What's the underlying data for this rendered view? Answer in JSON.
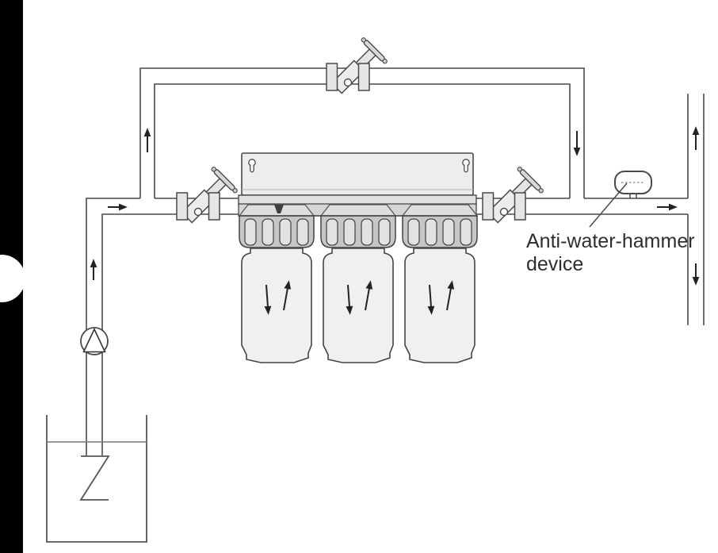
{
  "diagram": {
    "type": "plumbing-schematic",
    "label": {
      "line1": "Anti-water-hammer",
      "line2": "device"
    },
    "cartridge_count": 3,
    "components": [
      "supply-tank",
      "suction-strainer",
      "pump",
      "inlet-shutoff-valve",
      "bypass-shutoff-valve",
      "outlet-shutoff-valve",
      "triple-cartridge-filter-unit",
      "anti-water-hammer-device",
      "distribution-pipe"
    ],
    "flow_arrows": [
      "up-from-pump",
      "right-toward-filter",
      "up-bypass-riser",
      "down-bypass-return",
      "right-toward-distribution",
      "up-distribution-riser",
      "down-distribution-drop",
      "down-inside-cartridge",
      "up-inside-cartridge"
    ],
    "colors": {
      "background": "#ffffff",
      "line": "#4a4a4a",
      "arrow": "#222222",
      "text": "#2e2e2e",
      "sidebar": "#000000",
      "bracket_fill": "#ededed",
      "band_fill": "#d5d5d5",
      "collar_fill": "#c6c6c6",
      "rib_fill": "#e2e2e2",
      "bottle_fill": "#f0f0f0"
    }
  }
}
